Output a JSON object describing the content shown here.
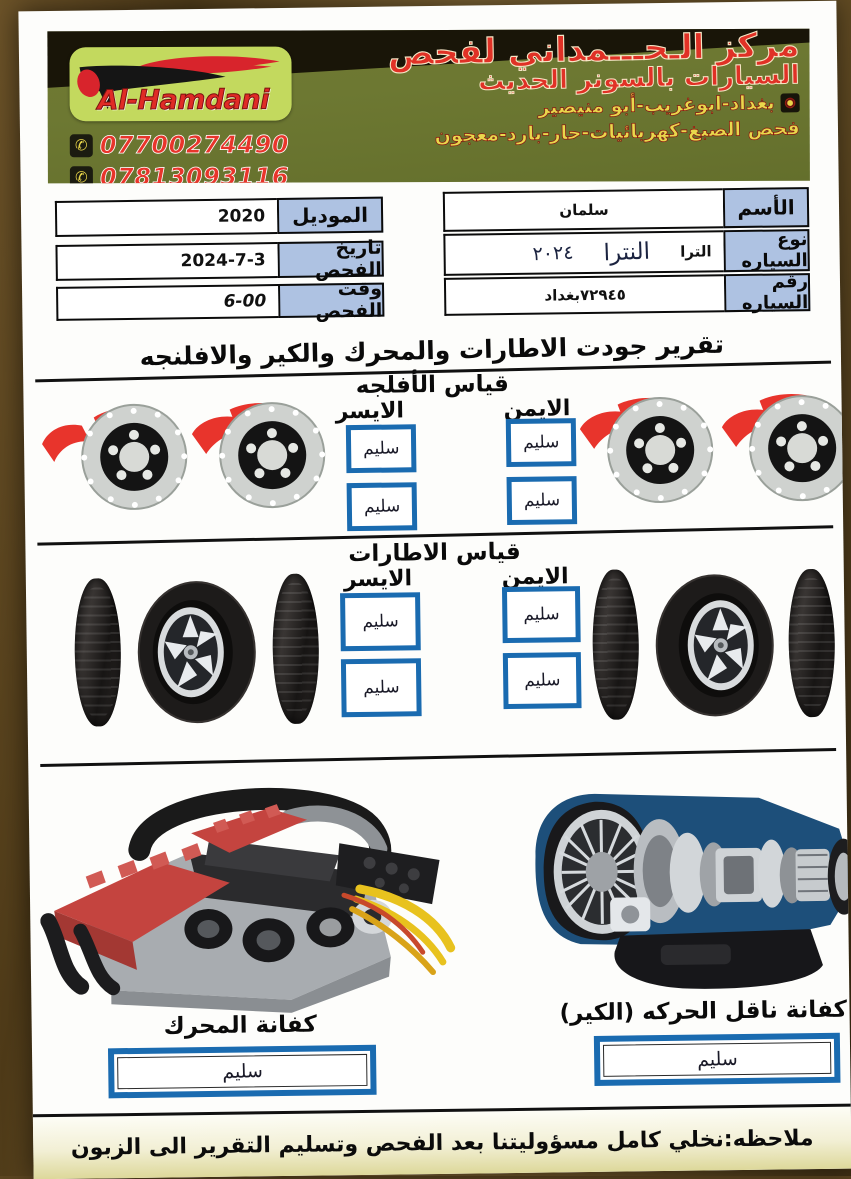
{
  "header": {
    "logo_text": "Al-Hamdani",
    "phone_icon": "phone-icon",
    "location_icon": "location-pin-icon",
    "phones": [
      "07700274490",
      "07813093116"
    ],
    "title_line1": "مركز الـحـــمداني لفحص",
    "title_line2": "السيارات بالسونر الحديث",
    "address": "بغداد-ابوغريب-أبو منيصير",
    "services": "فحص الصبغ-كهربائيات-حار-بارد-معجون"
  },
  "form": {
    "name_label": "الأسم",
    "name_value": "سلمان",
    "car_type_label": "نوع السياره",
    "car_type_printed": "الترا",
    "car_type_hand": "النترا",
    "car_type_extra": "٢٠٢٤",
    "car_number_label": "رقم السياره",
    "car_number_value": "٧٢٩٤٥بغداد",
    "model_label": "الموديل",
    "model_value": "2020",
    "date_label": "تاريخ الفحص",
    "date_value": "2024-7-3",
    "time_label": "وقت الفحص",
    "time_value": "6-00"
  },
  "report_title": "تقرير جودت الاطارات والمحرك والكير والافلنجه",
  "sections": {
    "brakes": {
      "title": "قياس الأفلجه",
      "left_label": "الايسر",
      "right_label": "الايمن",
      "left_values": [
        "سليم",
        "سليم"
      ],
      "right_values": [
        "سليم",
        "سليم"
      ]
    },
    "tires": {
      "title": "قياس الاطارات",
      "left_label": "الايسر",
      "right_label": "الايمن",
      "left_values": [
        "سليم",
        "سليم"
      ],
      "right_values": [
        "سليم",
        "سليم"
      ]
    },
    "engine": {
      "label": "كفانة المحرك",
      "value": "سليم"
    },
    "transmission": {
      "label": "كفانة ناقل الحركه (الكير)",
      "value": "سليم"
    }
  },
  "footer_note": "ملاحظه:نخلي كامل مسؤوليتنا بعد الفحص وتسليم التقرير الى الزبون",
  "colors": {
    "banner_green": "#6d7832",
    "logo_green": "#c3d95e",
    "brand_red": "#e03126",
    "label_blue": "#aec2e2",
    "checkbox_blue": "#1a6bb0",
    "footer_olive": "#ddd89a"
  }
}
